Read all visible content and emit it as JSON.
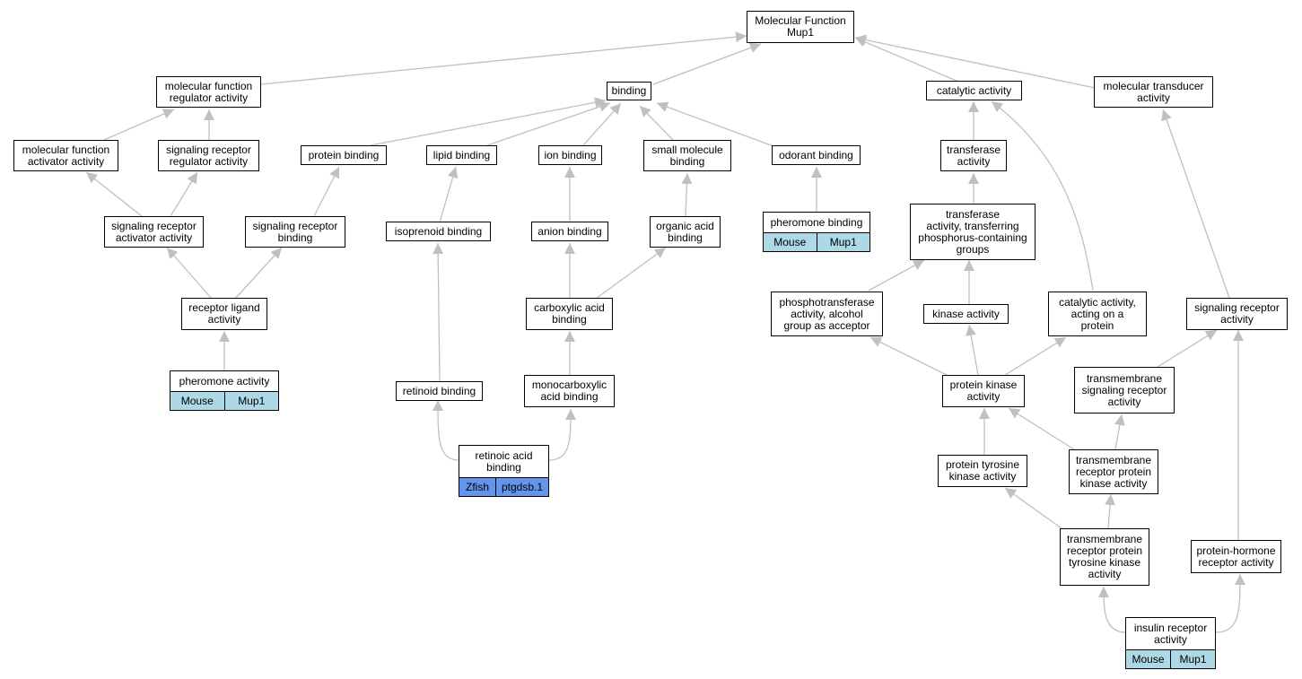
{
  "colors": {
    "edge": "#c0c0c0",
    "mouse": "#add8e6",
    "zfish": "#6495ed",
    "border": "#000000"
  },
  "nodes": {
    "root": [
      "Molecular Function",
      "Mup1"
    ],
    "mf_regulator": [
      "molecular function",
      "regulator activity"
    ],
    "binding": [
      "binding"
    ],
    "catalytic": [
      "catalytic activity"
    ],
    "transducer": [
      "molecular transducer",
      "activity"
    ],
    "mf_activator": [
      "molecular function",
      "activator activity"
    ],
    "sr_regulator": [
      "signaling receptor",
      "regulator activity"
    ],
    "protein_binding": [
      "protein binding"
    ],
    "lipid_binding": [
      "lipid binding"
    ],
    "ion_binding": [
      "ion binding"
    ],
    "small_molecule": [
      "small molecule",
      "binding"
    ],
    "odorant": [
      "odorant binding"
    ],
    "transferase": [
      "transferase",
      "activity"
    ],
    "sr_activator": [
      "signaling receptor",
      "activator activity"
    ],
    "sr_binding": [
      "signaling receptor",
      "binding"
    ],
    "isoprenoid": [
      "isoprenoid binding"
    ],
    "anion": [
      "anion binding"
    ],
    "organic_acid": [
      "organic acid",
      "binding"
    ],
    "transferase_p": [
      "transferase",
      "activity, transferring",
      "phosphorus-containing",
      "groups"
    ],
    "receptor_ligand": [
      "receptor ligand",
      "activity"
    ],
    "carboxylic": [
      "carboxylic acid",
      "binding"
    ],
    "phosphotransferase": [
      "phosphotransferase",
      "activity, alcohol",
      "group as acceptor"
    ],
    "kinase": [
      "kinase activity"
    ],
    "catalytic_protein": [
      "catalytic activity,",
      "acting on a",
      "protein"
    ],
    "signaling_receptor": [
      "signaling receptor",
      "activity"
    ],
    "retinoid": [
      "retinoid binding"
    ],
    "monocarboxylic": [
      "monocarboxylic",
      "acid binding"
    ],
    "protein_kinase": [
      "protein kinase",
      "activity"
    ],
    "tm_signaling": [
      "transmembrane",
      "signaling receptor",
      "activity"
    ],
    "protein_tyrosine": [
      "protein tyrosine",
      "kinase activity"
    ],
    "tm_receptor_kinase": [
      "transmembrane",
      "receptor protein",
      "kinase activity"
    ],
    "tm_tyrosine": [
      "transmembrane",
      "receptor protein",
      "tyrosine kinase",
      "activity"
    ],
    "hormone_receptor": [
      "protein-hormone",
      "receptor activity"
    ]
  },
  "genes": {
    "pheromone_activity": {
      "label": "pheromone activity",
      "species": "Mouse",
      "gene": "Mup1"
    },
    "pheromone_binding": {
      "label": "pheromone binding",
      "species": "Mouse",
      "gene": "Mup1"
    },
    "retinoic": {
      "label": [
        "retinoic acid",
        "binding"
      ],
      "species": "Zfish",
      "gene": "ptgdsb.1"
    },
    "insulin": {
      "label": [
        "insulin receptor",
        "activity"
      ],
      "species": "Mouse",
      "gene": "Mup1"
    }
  }
}
